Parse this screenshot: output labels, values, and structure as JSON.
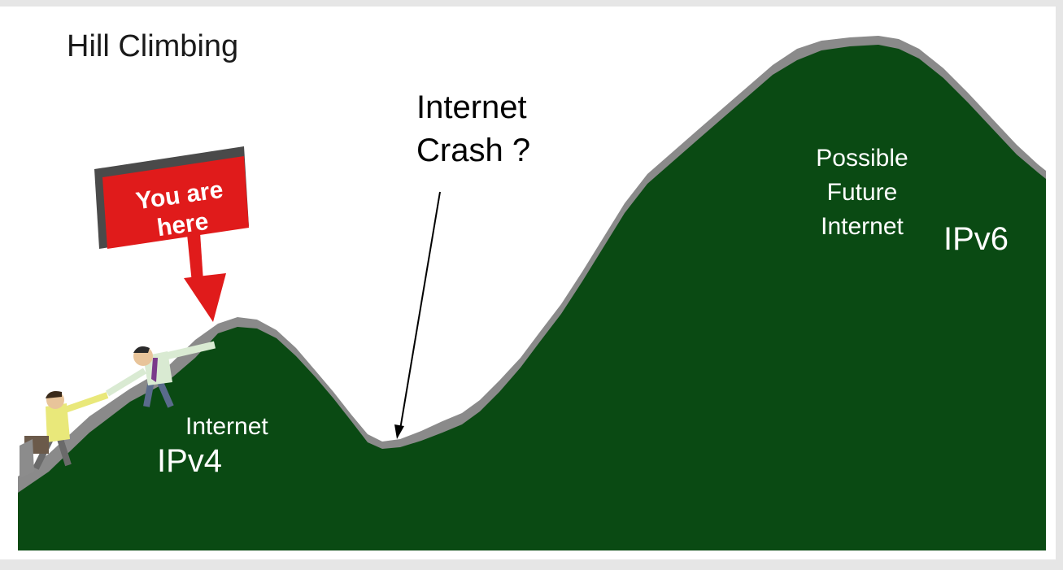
{
  "slide": {
    "title": "Hill Climbing",
    "sign": {
      "line1": "You are",
      "line2": "here"
    },
    "crash_label": {
      "line1": "Internet",
      "line2": "Crash ?"
    },
    "left_hill": {
      "line1": "Internet",
      "line2": "IPv4"
    },
    "right_hill": {
      "line1": "Possible",
      "line2": "Future",
      "line3": "Internet",
      "protocol": "IPv6"
    }
  },
  "colors": {
    "background": "#e6e6e6",
    "panel": "#ffffff",
    "hill": "#0a4a13",
    "ridge": "#8a8a8a",
    "sign": "#e01b1b"
  }
}
